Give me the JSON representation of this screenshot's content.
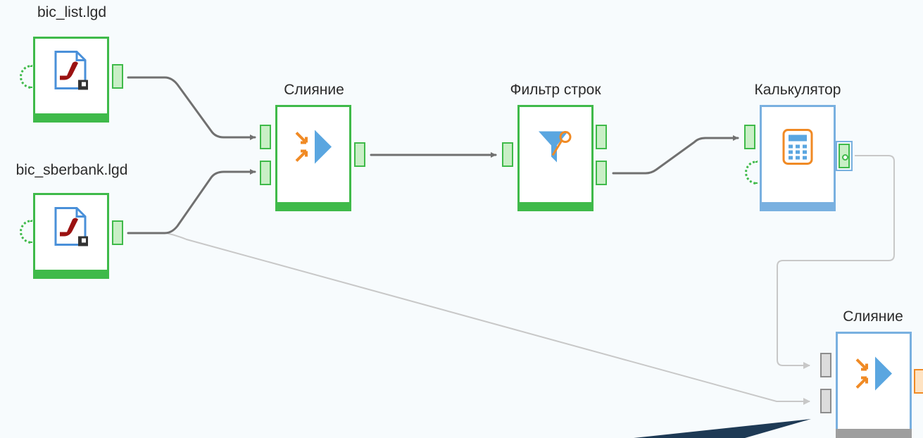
{
  "nodes": {
    "bic_list": {
      "label": "bic_list.lgd",
      "icon": "pdf-file-icon"
    },
    "bic_sberbank": {
      "label": "bic_sberbank.lgd",
      "icon": "pdf-file-icon"
    },
    "merge1": {
      "label": "Слияние",
      "icon": "merge-icon"
    },
    "filter": {
      "label": "Фильтр строк",
      "icon": "funnel-icon"
    },
    "calculator": {
      "label": "Калькулятор",
      "icon": "calculator-icon"
    },
    "merge2": {
      "label": "Слияние",
      "icon": "merge-icon"
    }
  },
  "colors": {
    "active_border": "#3fba4a",
    "selected_border": "#79b0e0",
    "link_active": "#707070",
    "link_inactive": "#c8c8c8",
    "port_orange": "#f08a24"
  }
}
